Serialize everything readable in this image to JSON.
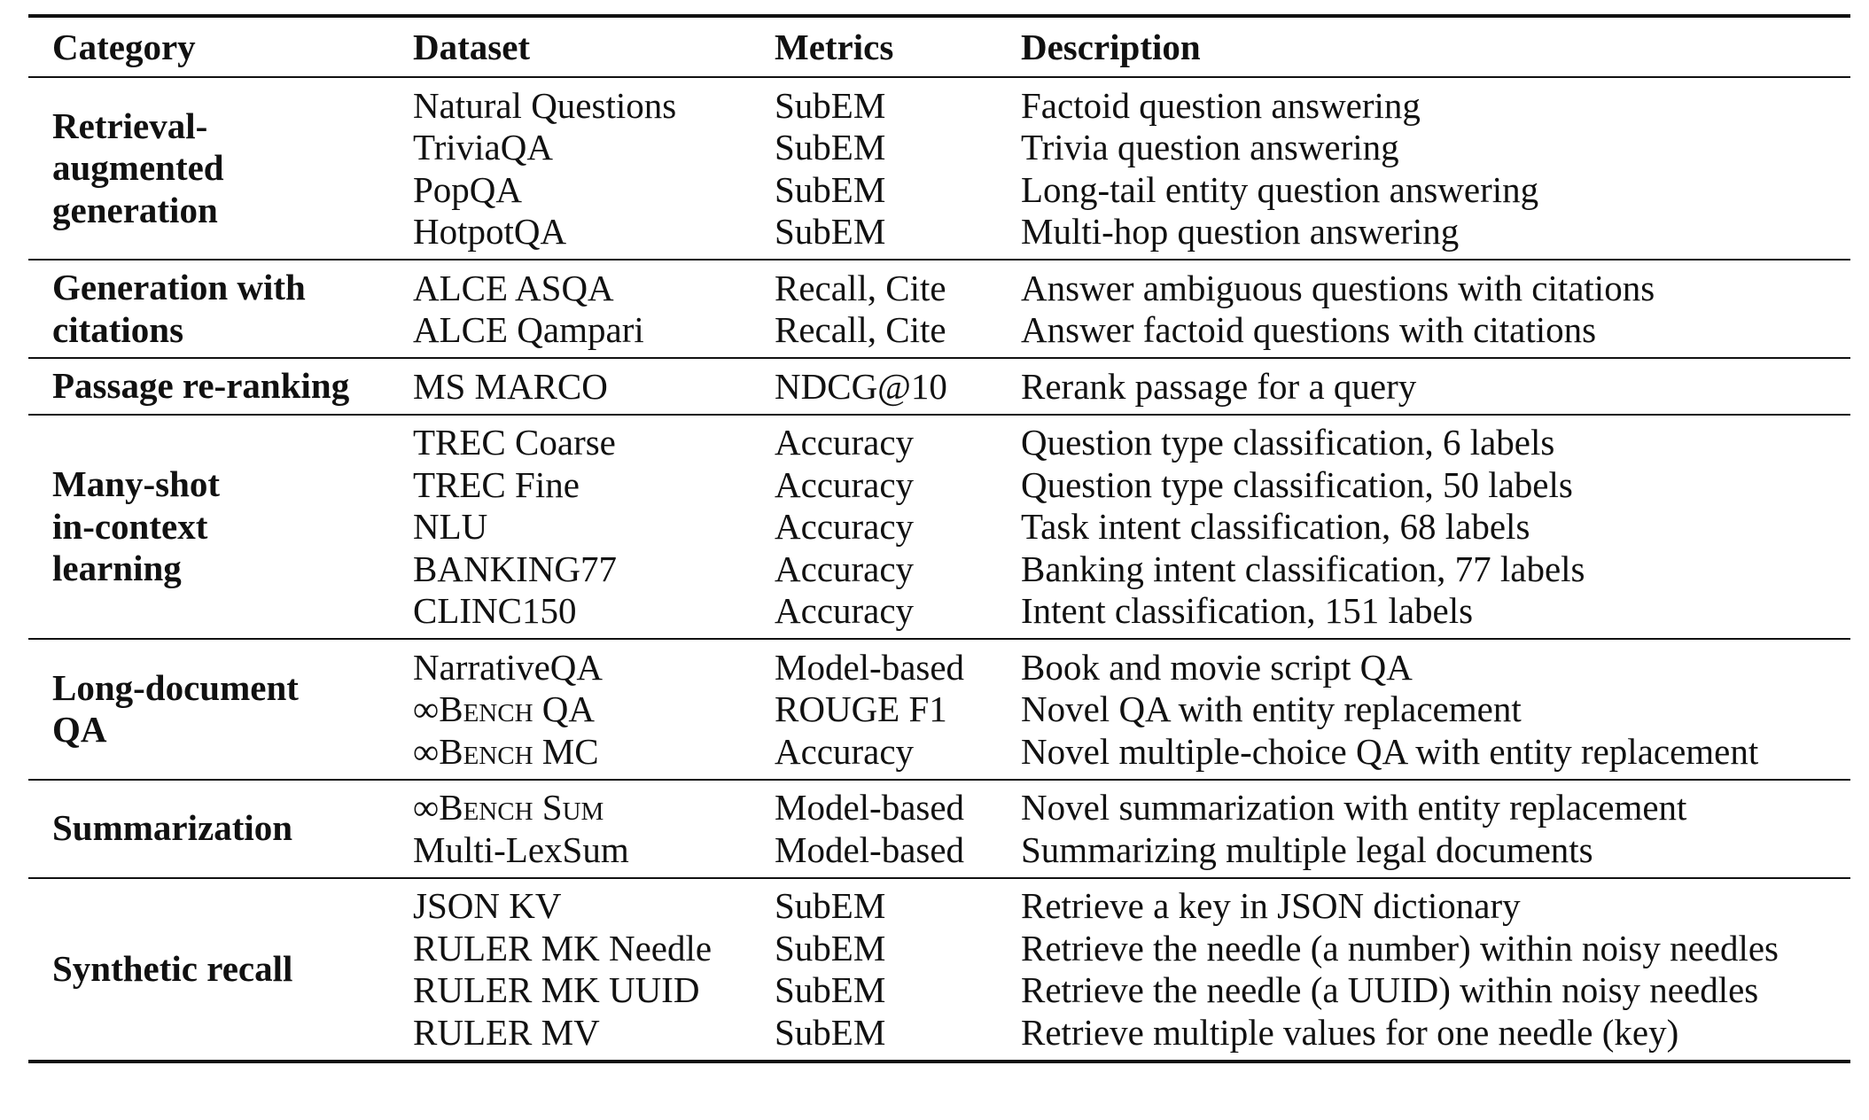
{
  "table": {
    "headers": {
      "category": "Category",
      "dataset": "Dataset",
      "metrics": "Metrics",
      "description": "Description"
    },
    "groups": [
      {
        "category_lines": [
          "Retrieval-",
          "augmented",
          "generation"
        ],
        "rows": [
          {
            "dataset": "Natural Questions",
            "metrics": "SubEM",
            "description": "Factoid question answering"
          },
          {
            "dataset": "TriviaQA",
            "metrics": "SubEM",
            "description": "Trivia question answering"
          },
          {
            "dataset": "PopQA",
            "metrics": "SubEM",
            "description": "Long-tail entity question answering"
          },
          {
            "dataset": "HotpotQA",
            "metrics": "SubEM",
            "description": "Multi-hop question answering"
          }
        ]
      },
      {
        "category_lines": [
          "Generation with",
          "citations"
        ],
        "rows": [
          {
            "dataset": "ALCE ASQA",
            "metrics": "Recall, Cite",
            "description": "Answer ambiguous questions with citations"
          },
          {
            "dataset": "ALCE Qampari",
            "metrics": "Recall, Cite",
            "description": "Answer factoid questions with citations"
          }
        ]
      },
      {
        "category_lines": [
          "Passage re-ranking"
        ],
        "rows": [
          {
            "dataset": "MS MARCO",
            "metrics": "NDCG@10",
            "description": "Rerank passage for a query"
          }
        ]
      },
      {
        "category_lines": [
          "Many-shot",
          "in-context",
          "learning"
        ],
        "rows": [
          {
            "dataset": "TREC Coarse",
            "metrics": "Accuracy",
            "description": "Question type classification, 6 labels"
          },
          {
            "dataset": "TREC Fine",
            "metrics": "Accuracy",
            "description": "Question type classification, 50 labels"
          },
          {
            "dataset": "NLU",
            "metrics": "Accuracy",
            "description": "Task intent classification, 68 labels"
          },
          {
            "dataset": "BANKING77",
            "metrics": "Accuracy",
            "description": "Banking intent classification, 77 labels"
          },
          {
            "dataset": "CLINC150",
            "metrics": "Accuracy",
            "description": "Intent classification, 151 labels"
          }
        ]
      },
      {
        "category_lines": [
          "Long-document",
          "QA"
        ],
        "rows": [
          {
            "dataset": "NarrativeQA",
            "metrics": "Model-based",
            "description": "Book and movie script QA"
          },
          {
            "dataset": "∞Bench QA",
            "metrics": "ROUGE F1",
            "description": "Novel QA with entity replacement"
          },
          {
            "dataset": "∞Bench MC",
            "metrics": "Accuracy",
            "description": "Novel multiple-choice QA with entity replacement"
          }
        ]
      },
      {
        "category_lines": [
          "Summarization"
        ],
        "rows": [
          {
            "dataset": "∞Bench Sum",
            "metrics": "Model-based",
            "description": "Novel summarization with entity replacement"
          },
          {
            "dataset": "Multi-LexSum",
            "metrics": "Model-based",
            "description": "Summarizing multiple legal documents"
          }
        ]
      },
      {
        "category_lines": [
          "Synthetic recall"
        ],
        "rows": [
          {
            "dataset": "JSON KV",
            "metrics": "SubEM",
            "description": "Retrieve a key in JSON dictionary"
          },
          {
            "dataset": "RULER MK Needle",
            "metrics": "SubEM",
            "description": "Retrieve the needle (a number) within noisy needles"
          },
          {
            "dataset": "RULER MK UUID",
            "metrics": "SubEM",
            "description": "Retrieve the needle (a UUID) within noisy needles"
          },
          {
            "dataset": "RULER MV",
            "metrics": "SubEM",
            "description": "Retrieve multiple values for one needle (key)"
          }
        ]
      }
    ]
  }
}
